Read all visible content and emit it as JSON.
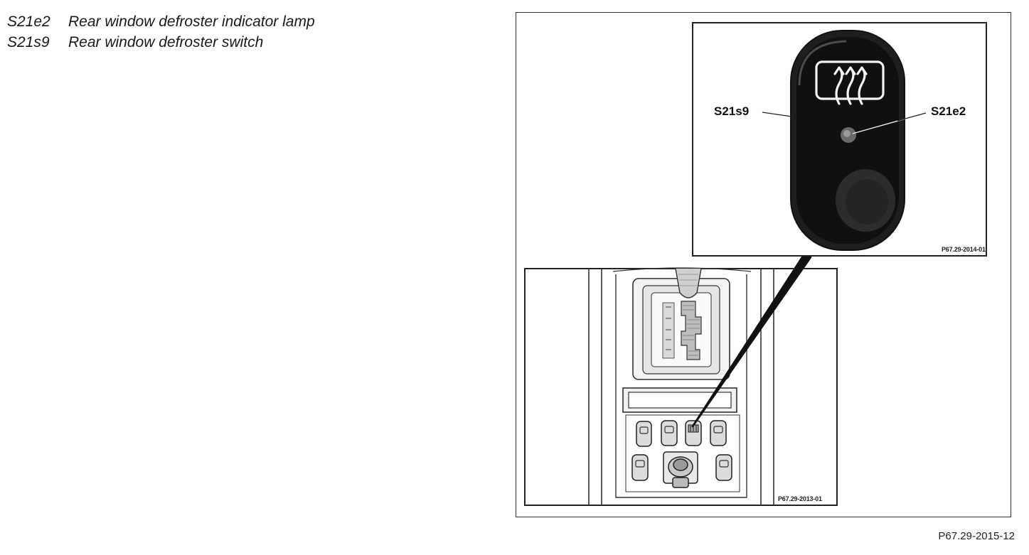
{
  "legend": [
    {
      "code": "S21e2",
      "text": "Rear window defroster indicator lamp"
    },
    {
      "code": "S21s9",
      "text": "Rear window defroster switch"
    }
  ],
  "callouts": {
    "switch": "S21s9",
    "lamp": "S21e2"
  },
  "inset_refs": {
    "switch_detail": "P67.29-2014-01",
    "console": "P67.29-2013-01"
  },
  "figure_ref": "P67.29-2015-12",
  "icons": {
    "defroster": "rear-defroster-icon",
    "indicator": "indicator-lamp-icon"
  }
}
